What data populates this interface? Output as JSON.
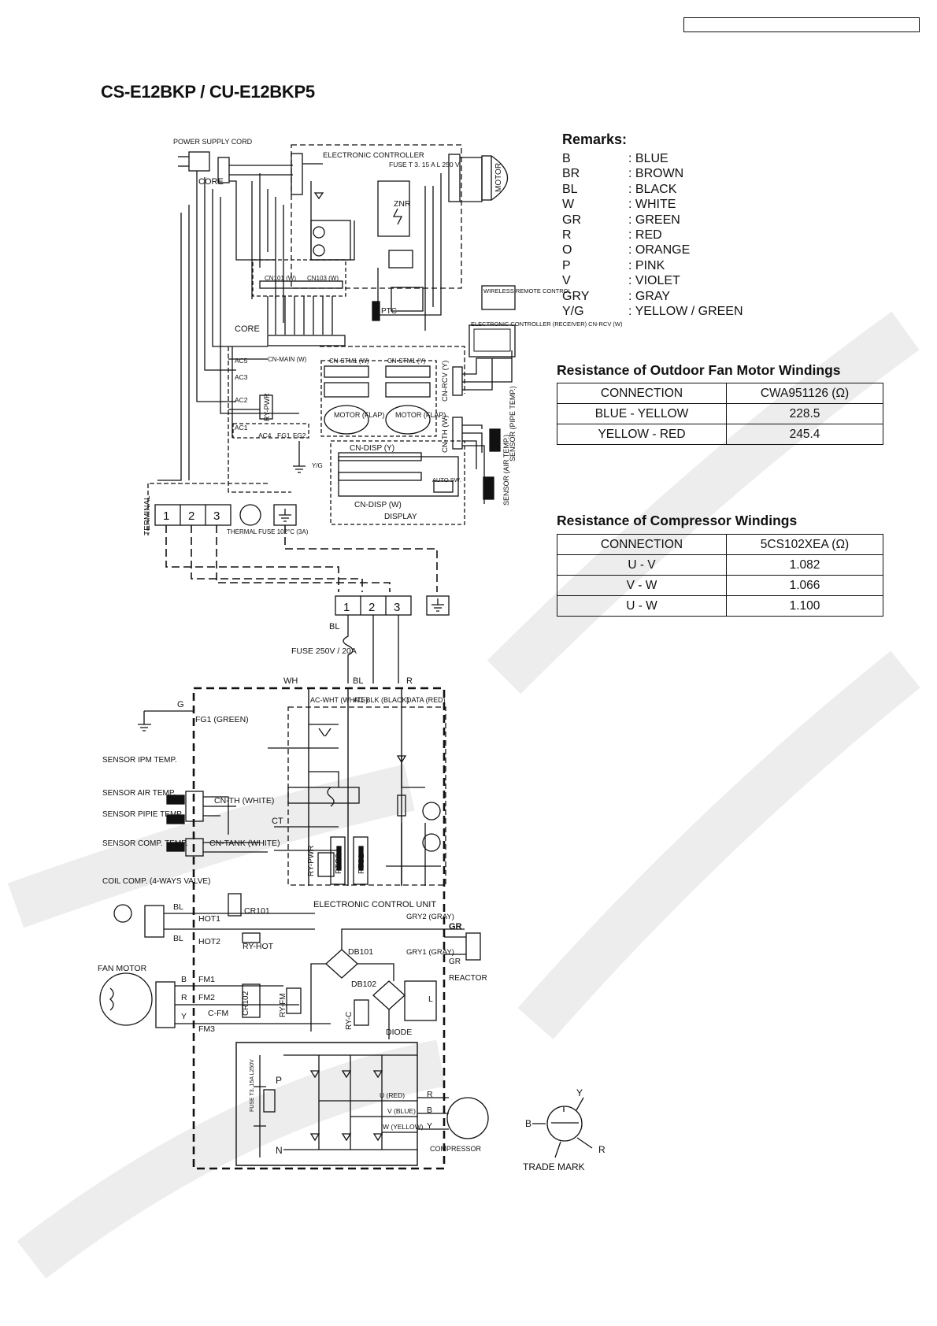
{
  "page": {
    "title": "CS-E12BKP / CU-E12BKP5"
  },
  "remarks": {
    "title": "Remarks:",
    "items": [
      {
        "code": "B",
        "color": ": BLUE"
      },
      {
        "code": "BR",
        "color": ": BROWN"
      },
      {
        "code": "BL",
        "color": ": BLACK"
      },
      {
        "code": "W",
        "color": ": WHITE"
      },
      {
        "code": "GR",
        "color": ": GREEN"
      },
      {
        "code": "R",
        "color": ": RED"
      },
      {
        "code": "O",
        "color": ": ORANGE"
      },
      {
        "code": "P",
        "color": ": PINK"
      },
      {
        "code": "V",
        "color": ": VIOLET"
      },
      {
        "code": "GRY",
        "color": ": GRAY"
      },
      {
        "code": "Y/G",
        "color": ": YELLOW / GREEN"
      }
    ]
  },
  "fan_motor_table": {
    "title": "Resistance of Outdoor Fan Motor Windings",
    "header": [
      "CONNECTION",
      "CWA951126 (Ω)"
    ],
    "rows": [
      [
        "BLUE - YELLOW",
        "228.5"
      ],
      [
        "YELLOW - RED",
        "245.4"
      ]
    ]
  },
  "compressor_table": {
    "title": "Resistance of Compressor Windings",
    "header": [
      "CONNECTION",
      "5CS102XEA (Ω)"
    ],
    "rows": [
      [
        "U - V",
        "1.082"
      ],
      [
        "V - W",
        "1.066"
      ],
      [
        "U - W",
        "1.100"
      ]
    ]
  },
  "labels": {
    "power_supply_cord": "POWER SUPPLY CORD",
    "core": "CORE",
    "electronic_controller": "ELECTRONIC CONTROLLER",
    "fuse_indoor": "FUSE T 3. 15 A L 250 V",
    "znr": "ZNR",
    "motor": "MOTOR",
    "cn101": "CN101 (W)",
    "cn103": "CN103 (W)",
    "core2": "CORE",
    "ptc": "PTC",
    "wireless": "WIRELESS REMOTE CONTROL",
    "receiver": "ELECTRONIC CONTROLLER (RECEIVER) CN-RCV (W)",
    "cn_main": "CN-MAIN (W)",
    "cn_stm1_w": "CN-STM1 (W)",
    "cn_stm1_y": "CN-STM1 (Y)",
    "ac5": "AC5",
    "ac3": "AC3",
    "ac2": "AC2",
    "ac1": "AC1",
    "ac4": "AC4",
    "fg1": "FG1",
    "fg2": "FG2",
    "ry_pwr": "RY-PWR",
    "motor_flap": "MOTOR (FLAP)",
    "cn_rcv": "CN-RCV (Y)",
    "cn_th_w": "CN-TH (W)",
    "cn_disp_y": "CN-DISP (Y)",
    "cn_disp_w": "CN-DISP (W)",
    "auto_sw": "AUTO SW.",
    "display": "DISPLAY",
    "sensor_pipe": "SENSOR (PIPE TEMP.)",
    "sensor_air": "SENSOR (AIR TEMP.)",
    "yg": "Y/G",
    "terminal": "TERMINAL",
    "t1": "1",
    "t2": "2",
    "t3": "3",
    "thermal_fuse": "THERMAL FUSE 102°C (3A)",
    "bl": "BL",
    "fuse_outdoor": "FUSE 250V / 20A",
    "wh": "WH",
    "r": "R",
    "g": "G",
    "fg1_green": "FG1 (GREEN)",
    "ac_wht": "AC-WHT (WHITE)",
    "ac_blk": "AC-BLK (BLACK)",
    "data_red": "DATA (RED)",
    "sensor_ipm": "SENSOR IPM TEMP.",
    "sensor_air2": "SENSOR AIR TEMP.",
    "sensor_pipe2": "SENSOR PIPIE TEMP.",
    "cn_th2": "CN-TH (WHITE)",
    "sensor_comp": "SENSOR COMP. TEMP.",
    "cn_tank": "CN-TANK (WHITE)",
    "ct": "CT",
    "ry_pwr2": "RY-PWR",
    "ptc2": "PTC2",
    "ptc1": "PTC1",
    "coil_comp": "COIL COMP. (4-WAYS VALVE)",
    "hot1": "HOT1",
    "hot2": "HOT2",
    "cr101": "CR101",
    "ry_hot": "RY-HOT",
    "ecu": "ELECTRONIC CONTROL UNIT",
    "gry2": "GRY2 (GRAY)",
    "gr": "GR",
    "gr2": "GR",
    "gry1": "GRY1 (GRAY)",
    "reactor": "REACTOR",
    "db101": "DB101",
    "db102": "DB102",
    "fan_motor": "FAN MOTOR",
    "b": "B",
    "y": "Y",
    "fm1": "FM1",
    "fm2": "FM2",
    "fm3": "FM3",
    "c_fm": "C-FM",
    "cr102": "CR102",
    "ry_fm": "RY-FM",
    "ry_c": "RY-C",
    "diode": "DIODE",
    "l": "L",
    "p": "P",
    "n": "N",
    "fuse_small": "FUSE T3. 15A L250V",
    "u_red": "U (RED)",
    "v_blue": "V (BLUE)",
    "w_yellow": "W (YELLOW)",
    "compressor": "COMPRESSOR",
    "trade_mark": "TRADE MARK"
  }
}
